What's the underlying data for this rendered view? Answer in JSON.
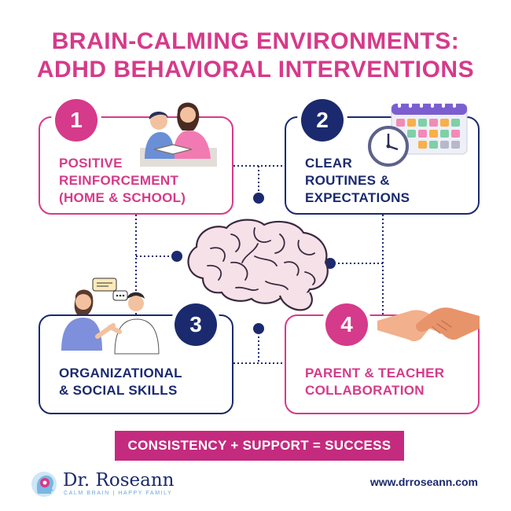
{
  "title": {
    "line1": "BRAIN-CALMING ENVIRONMENTS:",
    "line2": "ADHD BEHAVIORAL INTERVENTIONS"
  },
  "cards": [
    {
      "number": "1",
      "lines": [
        "POSITIVE",
        "REINFORCEMENT",
        "(HOME & SCHOOL)"
      ],
      "color": "#d63a8a"
    },
    {
      "number": "2",
      "lines": [
        "CLEAR",
        "ROUTINES &",
        "EXPECTATIONS"
      ],
      "color": "#1b2a6e"
    },
    {
      "number": "3",
      "lines": [
        "ORGANIZATIONAL",
        "& SOCIAL SKILLS"
      ],
      "color": "#1b2a6e"
    },
    {
      "number": "4",
      "lines": [
        "PARENT & TEACHER",
        "COLLABORATION"
      ],
      "color": "#d63a8a"
    }
  ],
  "banner": "CONSISTENCY + SUPPORT = SUCCESS",
  "logo": {
    "name": "Dr. Roseann",
    "tagline": "CALM BRAIN | HAPPY FAMILY"
  },
  "website": "www.drroseann.com",
  "icons": [
    "parent-child-reading-icon",
    "calendar-clock-icon",
    "two-people-talking-icon",
    "handshake-icon",
    "brain-icon",
    "logo-head-icon"
  ],
  "colors": {
    "pink": "#d63a8a",
    "navy": "#1b2a6e",
    "banner": "#c42b7e",
    "brain": "#f4dde5"
  }
}
